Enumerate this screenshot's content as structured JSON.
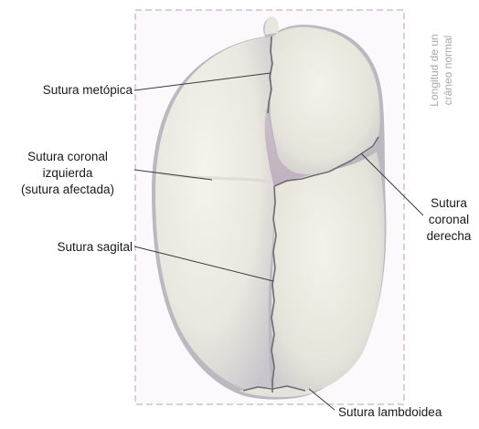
{
  "labels": {
    "metopic": "Sutura metópica",
    "left_coronal": [
      "Sutura coronal",
      "izquierda",
      "(sutura afectada)"
    ],
    "right_coronal": [
      "Sutura",
      "coronal",
      "derecha"
    ],
    "sagittal": "Sutura sagital",
    "lambdoid": "Sutura lambdoidea",
    "normal_length": [
      "Longitud de un",
      "cráneo normal"
    ]
  },
  "colors": {
    "bone": "#ecebe2",
    "bone_shadow": "#b9b5bf",
    "suture": "#6e6a72",
    "fontanel": "#c6b6c2",
    "dashed_frame": "#cfc0cf",
    "leader": "#3a3a3a"
  }
}
